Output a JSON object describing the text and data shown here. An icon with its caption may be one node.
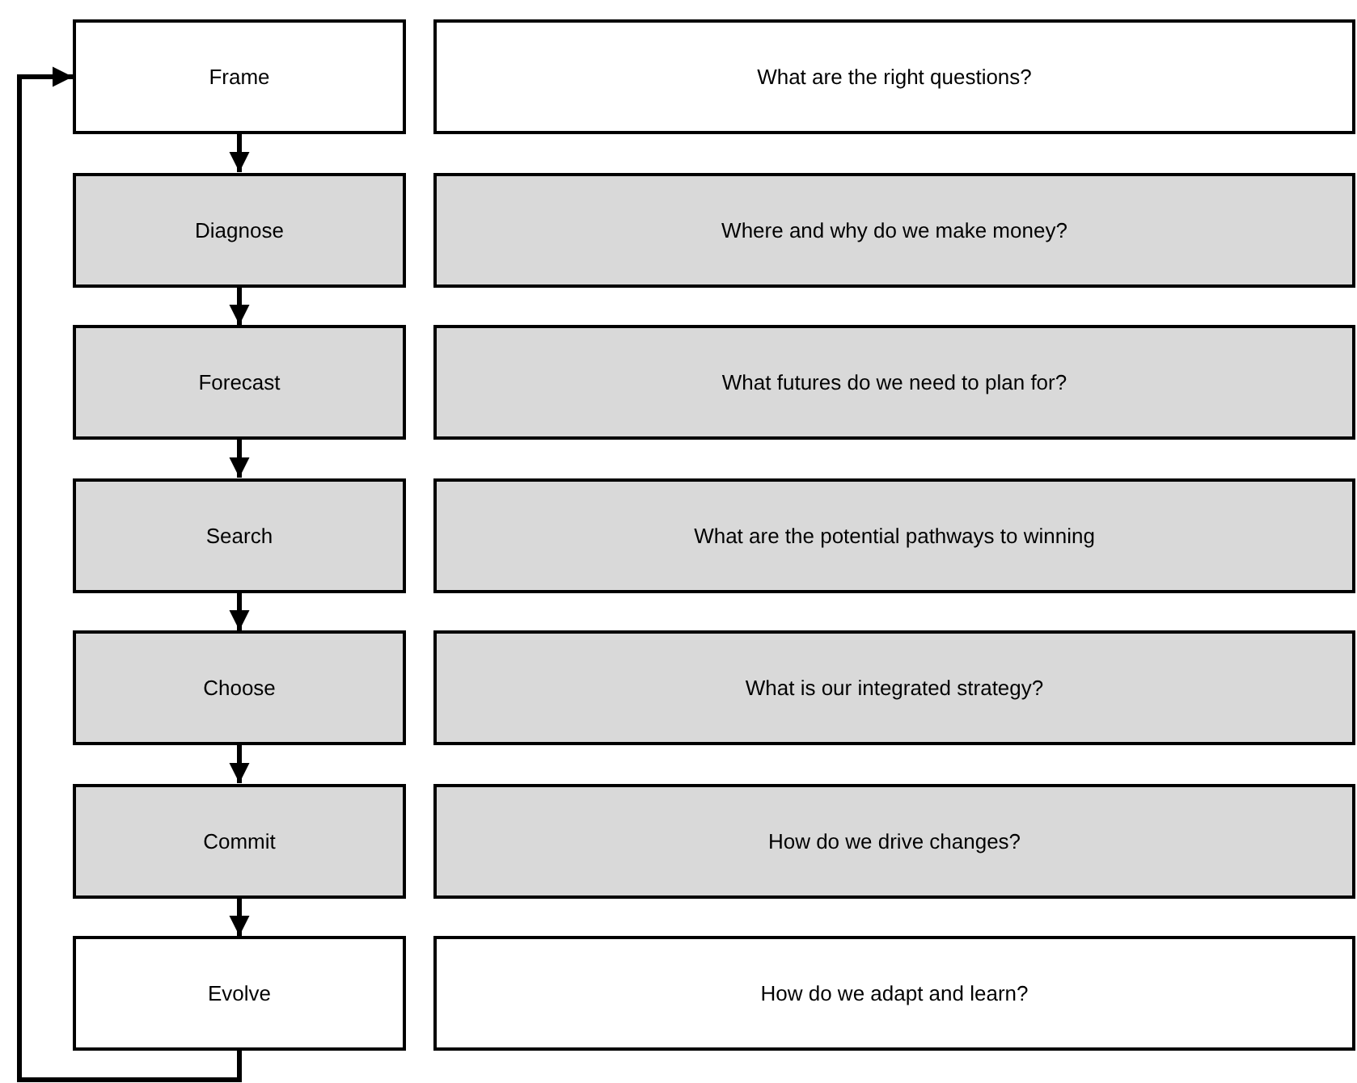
{
  "diagram": {
    "nodes": [
      {
        "text": [
          "Frame"
        ]
      },
      {
        "text": [
          "What are the right questions?"
        ]
      },
      {
        "text": [
          "Diagnose"
        ]
      },
      {
        "text": [
          "Where and why do we make money?"
        ]
      },
      {
        "text": [
          "Forecast"
        ]
      },
      {
        "text": [
          "What futures do we need to plan for?"
        ]
      },
      {
        "text": [
          "Search"
        ]
      },
      {
        "text": [
          "What are the potential pathways to winning"
        ]
      },
      {
        "text": [
          "Choose"
        ]
      },
      {
        "text": [
          "What is our integrated strategy?"
        ]
      },
      {
        "text": [
          "Commit"
        ]
      },
      {
        "text": [
          "How do we drive changes?"
        ]
      },
      {
        "text": [
          "Evolve"
        ]
      },
      {
        "text": [
          "How do we adapt and learn?"
        ]
      }
    ],
    "edges": [
      {
        "from": 0,
        "to": 2,
        "arrow": "to"
      },
      {
        "from": 2,
        "to": 4,
        "arrow": "to"
      },
      {
        "from": 4,
        "to": 6,
        "arrow": "to"
      },
      {
        "from": 6,
        "to": 8,
        "arrow": "to"
      },
      {
        "from": 8,
        "to": 10,
        "arrow": "to"
      },
      {
        "from": 10,
        "to": 12,
        "arrow": "to"
      },
      {
        "from": 12,
        "to": 0,
        "arrow": "to"
      }
    ]
  }
}
